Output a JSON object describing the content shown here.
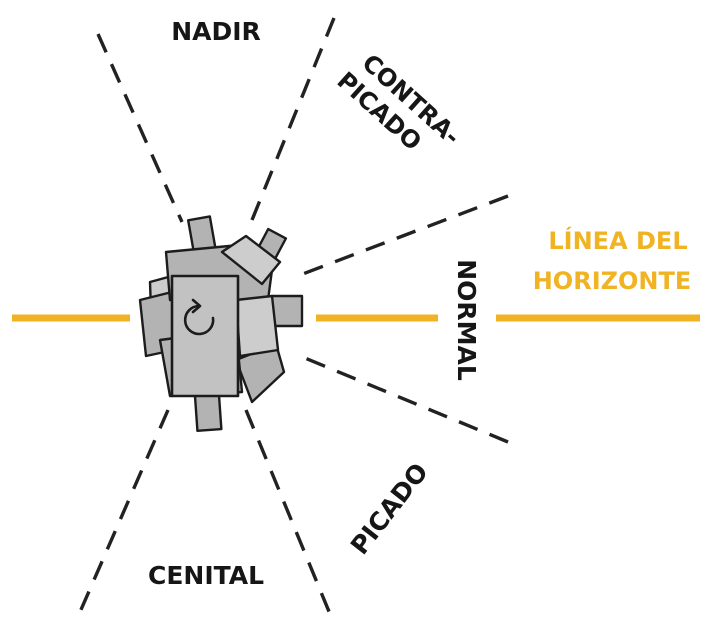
{
  "diagram": {
    "labels": {
      "nadir": "NADIR",
      "contrapicado_line1": "CONTRA-",
      "contrapicado_line2": "PICADO",
      "normal": "NORMAL",
      "picado": "PICADO",
      "cenital": "CENITAL",
      "horizon_line1": "LÍNEA DEL",
      "horizon_line2": "HORIZONTE"
    },
    "colors": {
      "accent": "#f0b323",
      "text": "#161616",
      "lines": "#222222",
      "object_fill": "#b3b3b3"
    },
    "icons": {
      "center_symbol": "rotate-arrow-icon"
    }
  }
}
